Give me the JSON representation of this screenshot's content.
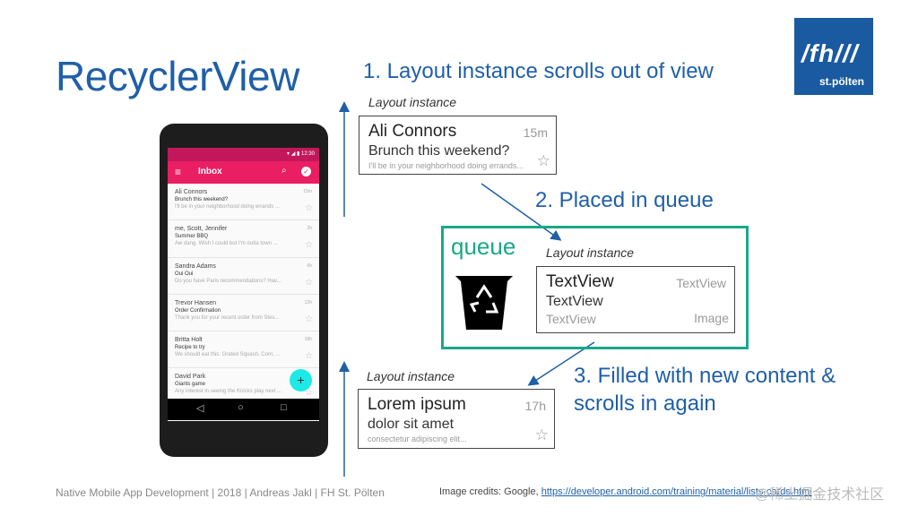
{
  "slide": {
    "title": "RecyclerView"
  },
  "logo": {
    "line1": "/fh///",
    "line2": "st.pölten",
    "color": "#1a5aa0"
  },
  "steps": {
    "step1": "1. Layout instance scrolls out of view",
    "step2": "2. Placed in queue",
    "step3_line1": "3. Filled with new content &",
    "step3_line2": "scrolls in again"
  },
  "layout_label": "Layout instance",
  "card1": {
    "name": "Ali Connors",
    "time": "15m",
    "subject": "Brunch this weekend?",
    "preview": "I'll be in your neighborhood doing errands..."
  },
  "queue": {
    "label": "queue",
    "color": "#1aa88a",
    "icon": "recycle-bin-icon"
  },
  "card2": {
    "name": "TextView",
    "time": "TextView",
    "subject": "TextView",
    "preview": "TextView",
    "image": "Image"
  },
  "card3": {
    "name": "Lorem ipsum",
    "time": "17h",
    "subject": "dolor sit amet",
    "preview": "consectetur adipiscing elit..."
  },
  "phone": {
    "status_time": "12:30",
    "toolbar_title": "Inbox",
    "emails": [
      {
        "name": "Ali Connors",
        "subject": "Brunch this weekend?",
        "preview": "I'll be in your neighborhood doing errands ...",
        "time": "15m"
      },
      {
        "name": "me, Scott, Jennifer",
        "subject": "Summer BBQ",
        "preview": "Aw dang. Wish I could but I'm outta town ...",
        "time": "2h"
      },
      {
        "name": "Sandra Adams",
        "subject": "Oui Oui",
        "preview": "Do you have Paris recommendations? Hav...",
        "time": "6h"
      },
      {
        "name": "Trevor Hansen",
        "subject": "Order Confirmation",
        "preview": "Thank you for your recent order from Stev...",
        "time": "12h"
      },
      {
        "name": "Britta Holt",
        "subject": "Recipe to try",
        "preview": "We should eat this: Grated Squash, Corn, ...",
        "time": "18h"
      },
      {
        "name": "David Park",
        "subject": "Giants game",
        "preview": "Any interest in seeing the Knicks play next ...",
        "time": ""
      }
    ]
  },
  "footer": {
    "text": "Native Mobile App Development | 2018 | Andreas Jakl | FH St. Pölten",
    "credits_prefix": "Image credits: Google, ",
    "credits_link": "https://developer.android.com/training/material/lists-cards.html",
    "watermark": "@稀土掘金技术社区"
  }
}
